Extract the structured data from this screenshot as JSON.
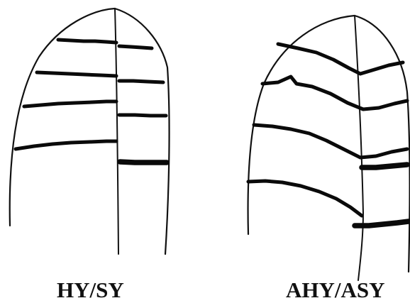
{
  "figure": {
    "panels": [
      {
        "id": "left",
        "caption": "HY/SY",
        "bar_count": 4,
        "bar_shape": "straight"
      },
      {
        "id": "right",
        "caption": "AHY/ASY",
        "bar_count": 4,
        "bar_shape": "chevron"
      }
    ],
    "colors": {
      "ink": "#111111",
      "background": "#ffffff"
    }
  }
}
